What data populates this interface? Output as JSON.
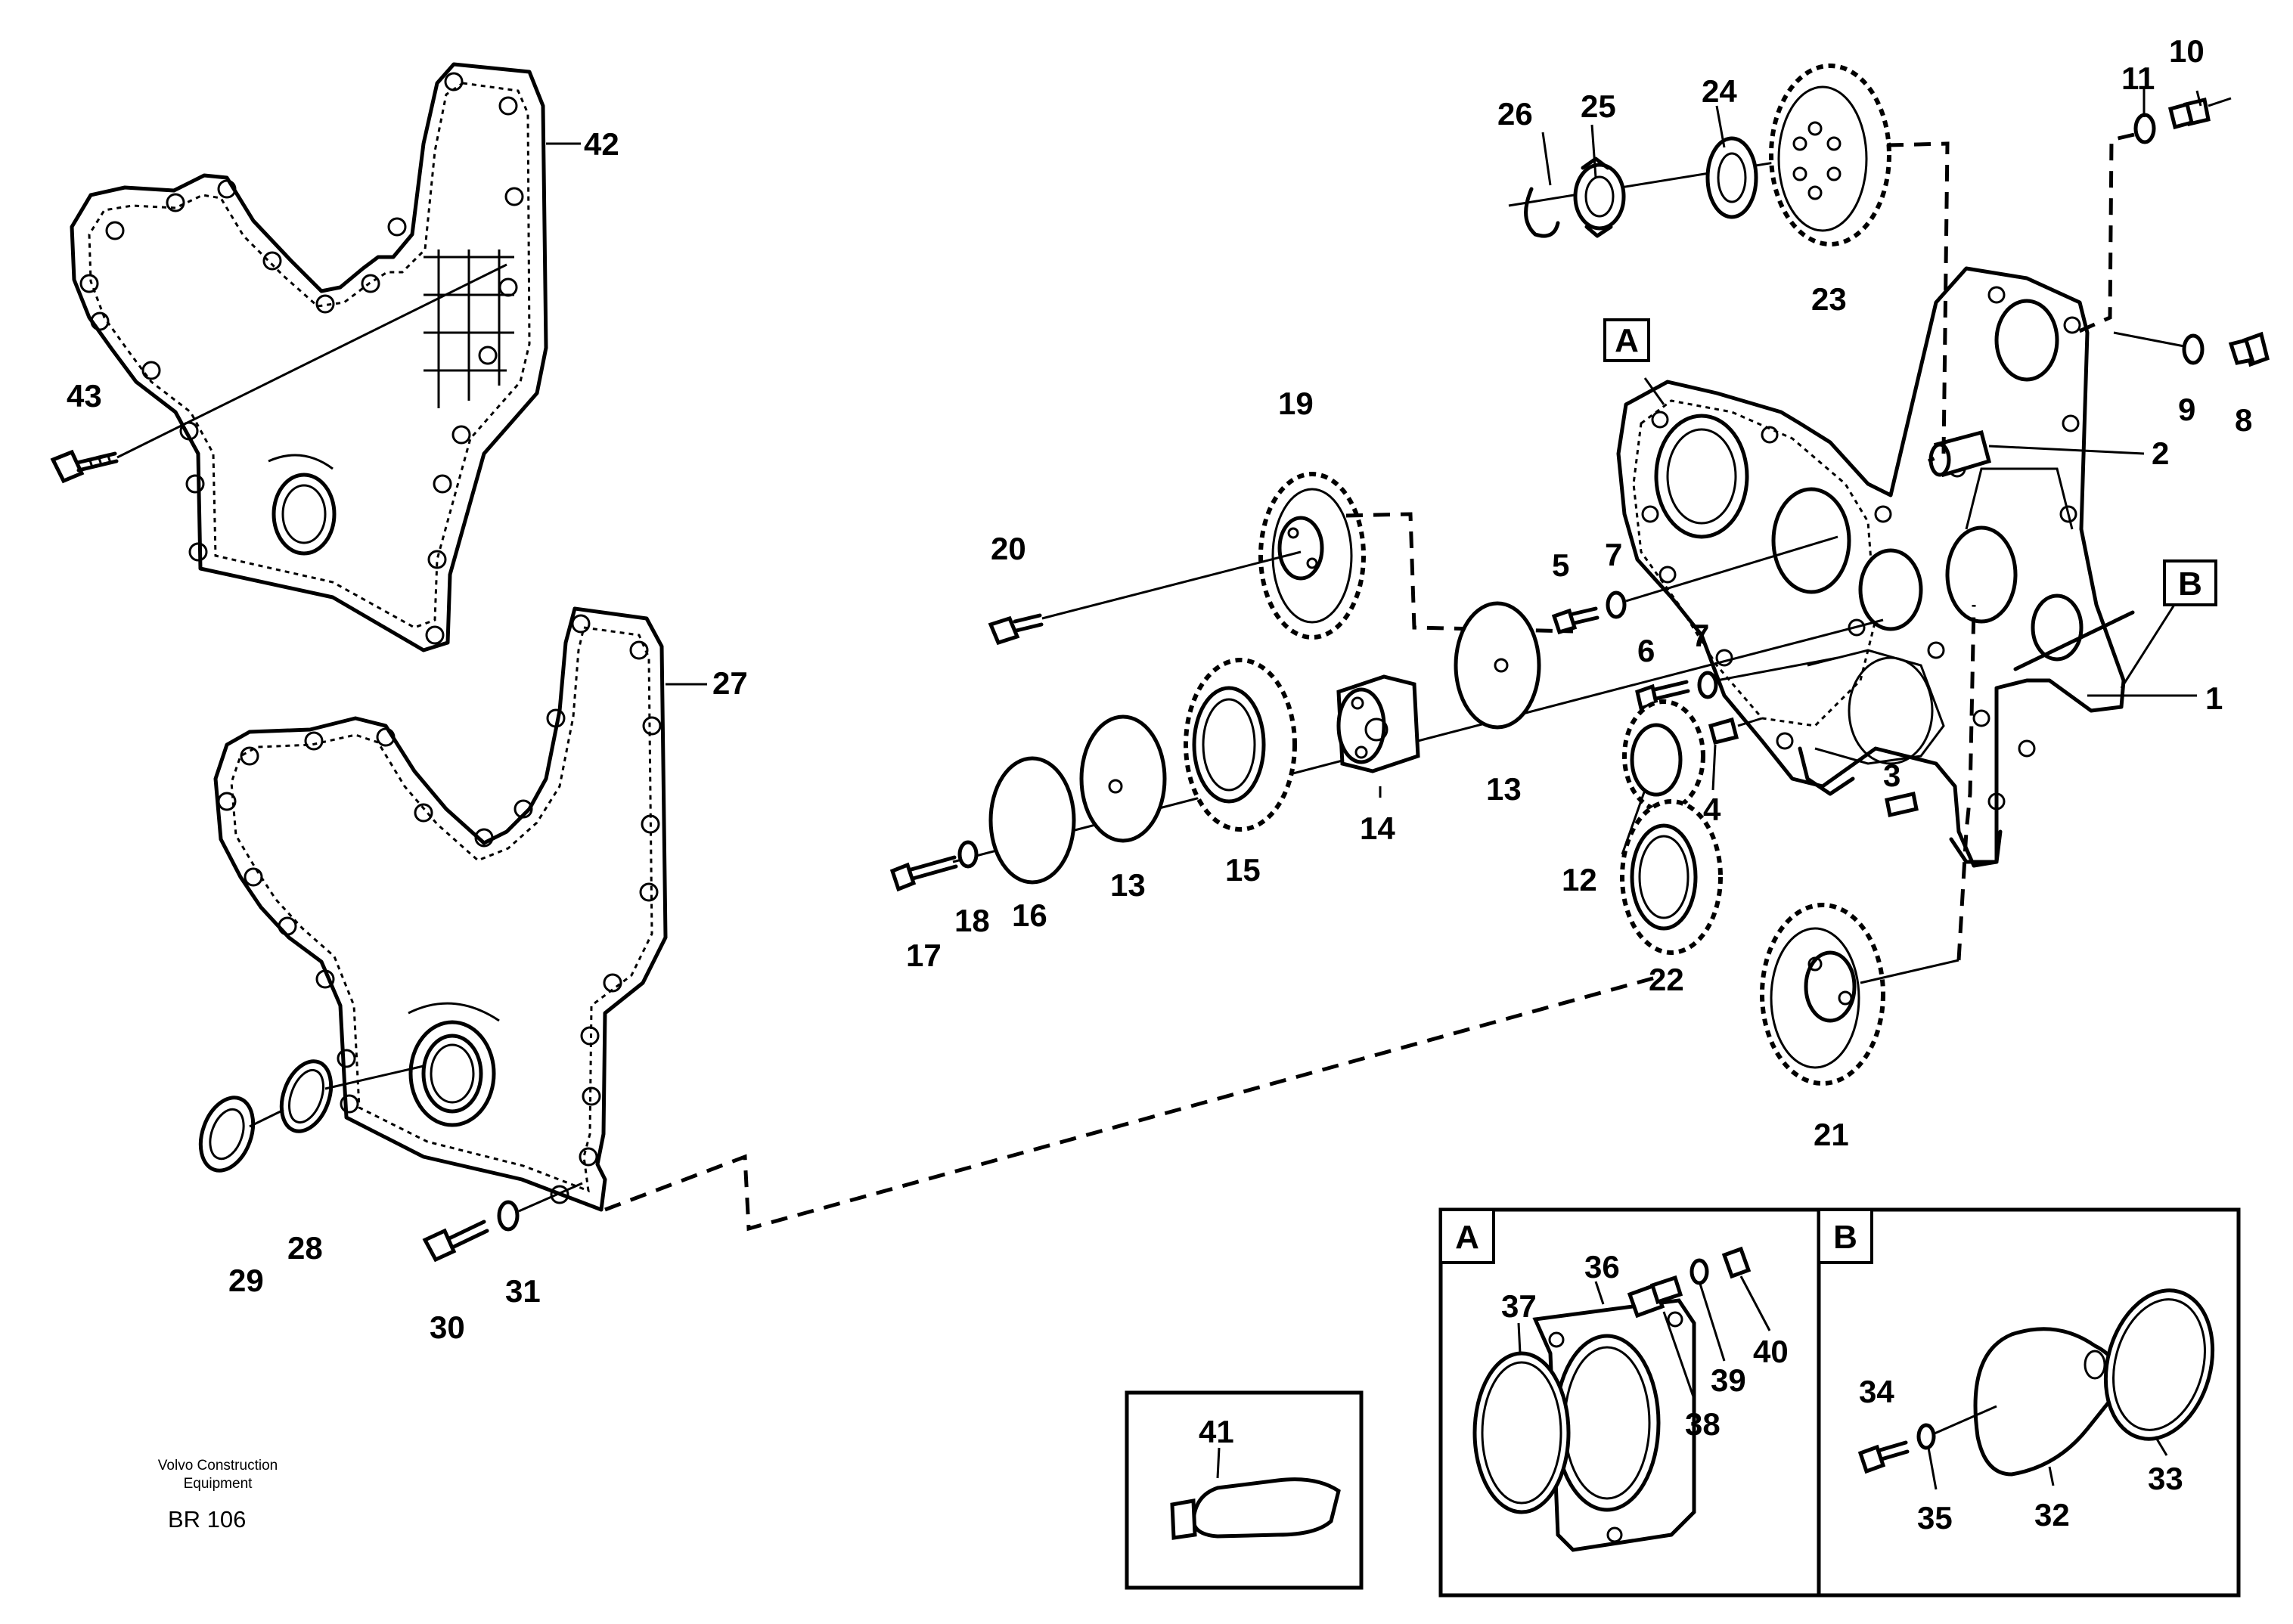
{
  "callouts": {
    "c1": "1",
    "c2": "2",
    "c3": "3",
    "c4": "4",
    "c5": "5",
    "c6": "6",
    "c7a": "7",
    "c7b": "7",
    "c8": "8",
    "c9": "9",
    "c10": "10",
    "c11": "11",
    "c12": "12",
    "c13a": "13",
    "c13b": "13",
    "c14": "14",
    "c15": "15",
    "c16": "16",
    "c17": "17",
    "c18": "18",
    "c19": "19",
    "c20": "20",
    "c21": "21",
    "c22": "22",
    "c23": "23",
    "c24": "24",
    "c25": "25",
    "c26": "26",
    "c27": "27",
    "c28": "28",
    "c29": "29",
    "c30": "30",
    "c31": "31",
    "c32": "32",
    "c33": "33",
    "c34": "34",
    "c35": "35",
    "c36": "36",
    "c37": "37",
    "c38": "38",
    "c39": "39",
    "c40": "40",
    "c41": "41",
    "c42": "42",
    "c43": "43"
  },
  "views": {
    "a_marker": "A",
    "b_marker": "B",
    "inset_a_label": "A",
    "inset_b_label": "B"
  },
  "footer": {
    "brand_line1": "Volvo Construction",
    "brand_line2": "Equipment",
    "code": "BR 106"
  }
}
